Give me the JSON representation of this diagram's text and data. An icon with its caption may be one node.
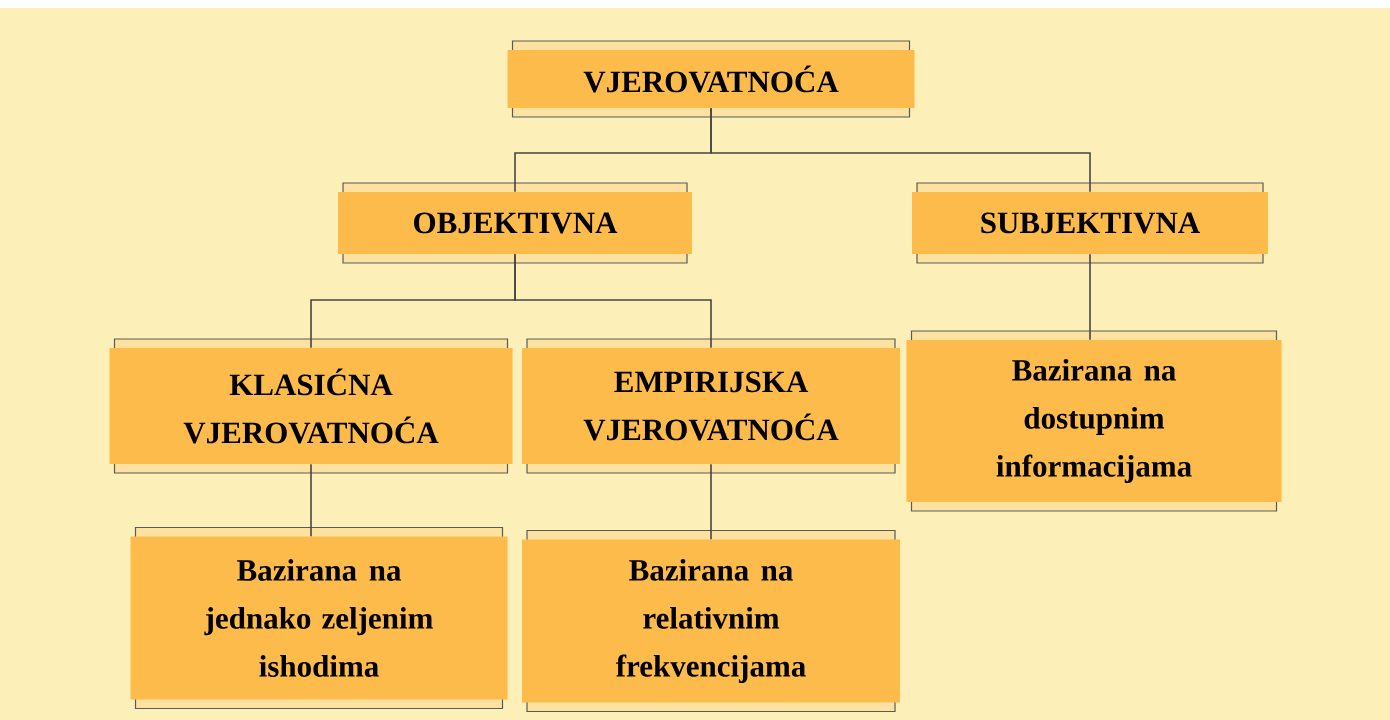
{
  "diagram": {
    "nodes": [
      {
        "text": [
          "VJEROVATNOĆA"
        ]
      },
      {
        "text": [
          "OBJEKTIVNA"
        ]
      },
      {
        "text": [
          "SUBJEKTIVNA"
        ]
      },
      {
        "text": [
          "KLASIĆNA VJEROVATNOĆA"
        ]
      },
      {
        "text": [
          "EMPIRIJSKA VJEROVATNOĆA"
        ]
      },
      {
        "text": [
          "Bazirana na dostupnim informacijama"
        ]
      },
      {
        "text": [
          "Bazirana na jednako zeljenim ishodima"
        ]
      },
      {
        "text": [
          "Bazirana na relativnim frekvencijama"
        ]
      }
    ],
    "edges": [
      {
        "from": 0,
        "to": 1,
        "arrow": "none"
      },
      {
        "from": 0,
        "to": 2,
        "arrow": "none"
      },
      {
        "from": 1,
        "to": 3,
        "arrow": "none"
      },
      {
        "from": 1,
        "to": 4,
        "arrow": "none"
      },
      {
        "from": 2,
        "to": 5,
        "arrow": "none"
      },
      {
        "from": 3,
        "to": 6,
        "arrow": "none"
      },
      {
        "from": 4,
        "to": 7,
        "arrow": "none"
      }
    ]
  }
}
